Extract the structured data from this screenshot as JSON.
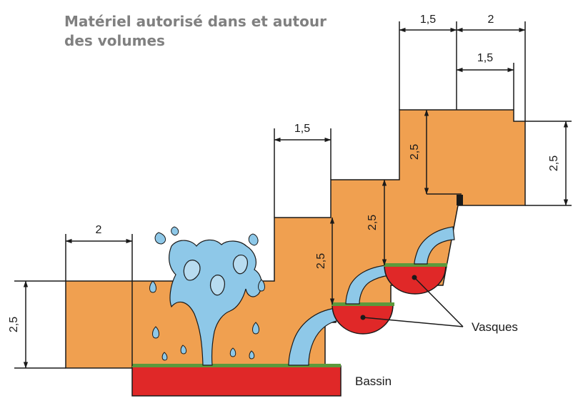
{
  "title": {
    "line1": "Matériel autorisé dans et autour",
    "line2": "des volumes"
  },
  "dimensions": {
    "top_left_width": "1,5",
    "top_right_width": "2",
    "top_inner_width": "1,5",
    "middle_step_width": "1,5",
    "left_width": "2",
    "left_height": "2,5",
    "middle_height": "2,5",
    "upper_step_height": "2,5",
    "top_volume_height": "2,5",
    "right_height": "2,5"
  },
  "labels": {
    "vasques": "Vasques",
    "bassin": "Bassin"
  },
  "colors": {
    "volume": "#F0A050",
    "basin_red": "#E02828",
    "water_blue": "#8EC8E8",
    "border_green": "#5C9A3C",
    "line": "#1a1a1a",
    "title_gray": "#808080"
  }
}
